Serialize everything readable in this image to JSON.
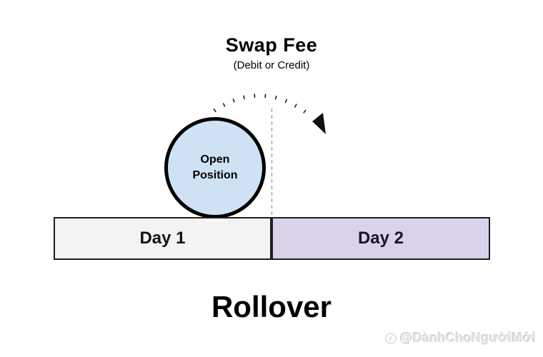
{
  "header": {
    "title": "Swap Fee",
    "subtitle": "(Debit or Credit)"
  },
  "diagram": {
    "open_position_label": "Open Position",
    "icons": {
      "arrow": "dotted-curved-arrow",
      "divider": "day-boundary-dashed-line",
      "watermark_logo": "chat-bubble-bolt-logo"
    }
  },
  "timeline": {
    "day1_label": "Day 1",
    "day2_label": "Day 2"
  },
  "caption": {
    "title": "Rollover"
  },
  "watermark": {
    "handle": "@DànhChoNgườiMới"
  },
  "colors": {
    "circle_fill": "#cfe2f3",
    "circle_border": "#000000",
    "day1_fill": "#f3f3f3",
    "day2_fill": "#d9d2e9",
    "bar_border": "#1f1f1f",
    "arrow": "#111111",
    "dashed_line": "#9a9a9a",
    "text": "#000000",
    "watermark": "#e0e0e0"
  }
}
